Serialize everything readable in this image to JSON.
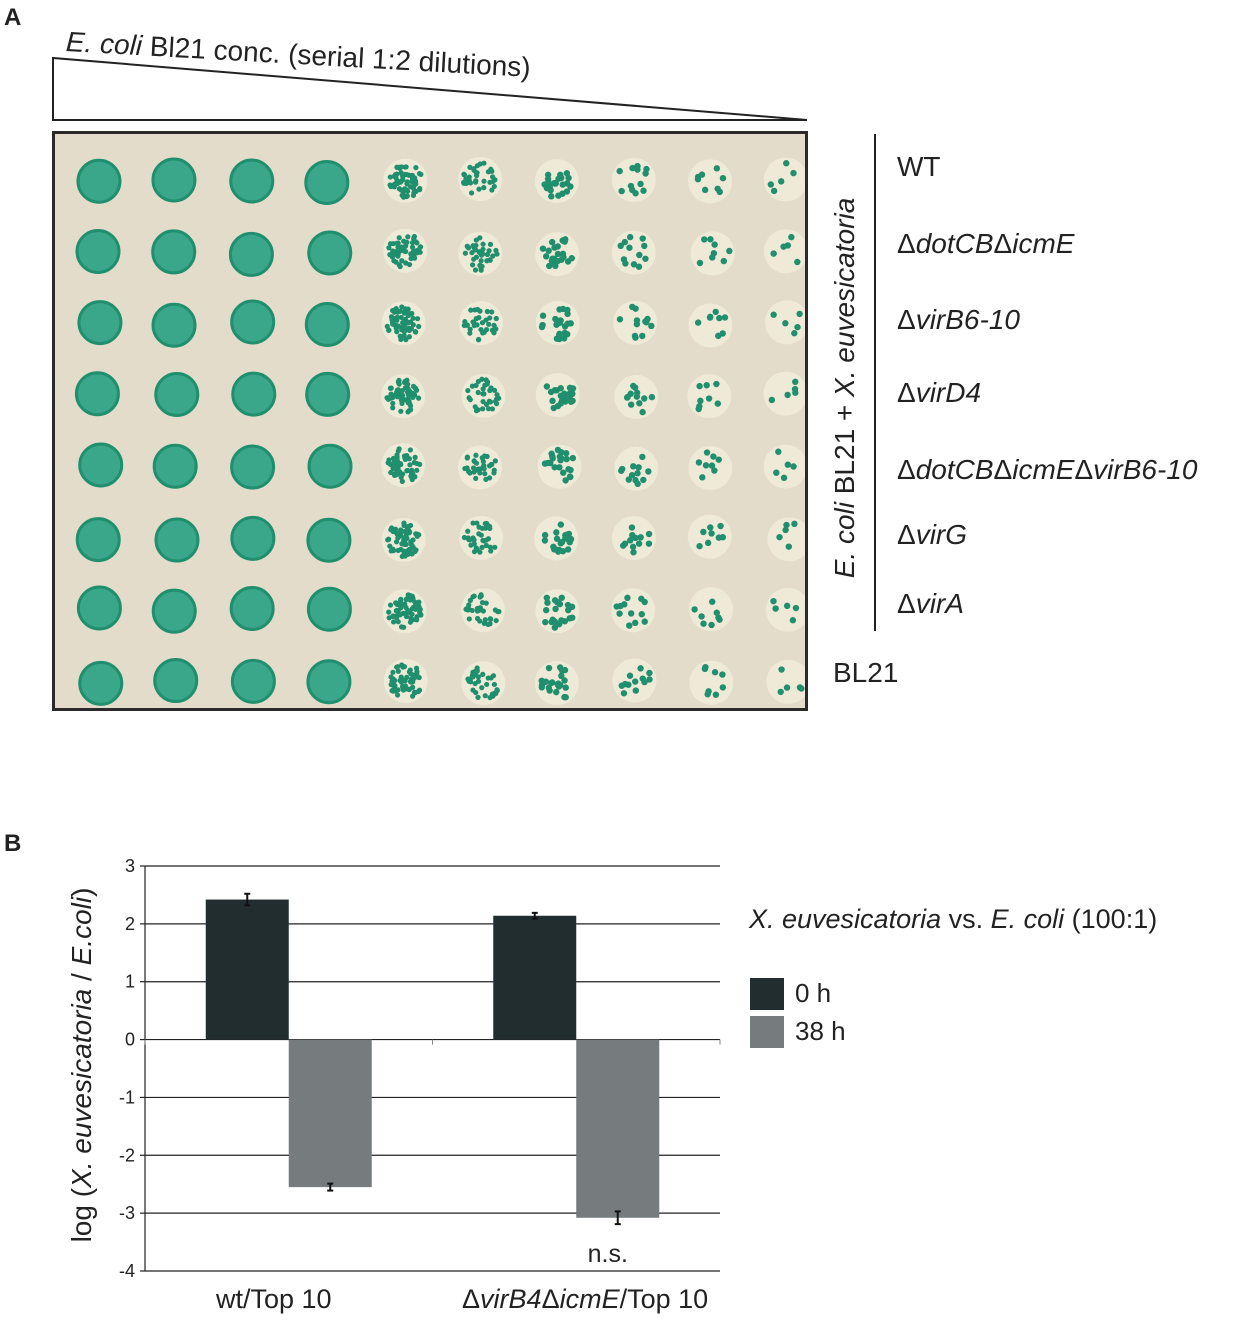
{
  "panel_a": {
    "letter": "A",
    "gradient_title_italic": "E. coli",
    "gradient_title_rest": " Bl21 conc. (serial 1:2 dilutions)",
    "side_label_italic_1": "E. coli",
    "side_label_mid": " BL21 + ",
    "side_label_italic_2": "X. euvesicatoria",
    "strains": [
      {
        "delta": "",
        "name": "WT",
        "italic": false
      },
      {
        "delta": "Δ",
        "name": "dotCB",
        "delta2": "Δ",
        "name2": "icmE",
        "italic": true
      },
      {
        "delta": "Δ",
        "name": "virB6-10",
        "italic": true
      },
      {
        "delta": "Δ",
        "name": "virD4",
        "italic": true
      },
      {
        "delta": "Δ",
        "name": "dotCB",
        "delta2": "Δ",
        "name2": "icmE",
        "delta3": "Δ",
        "name3": "virB6-10",
        "italic": true
      },
      {
        "delta": "Δ",
        "name": "virG",
        "italic": true
      },
      {
        "delta": "Δ",
        "name": "virA",
        "italic": true
      }
    ],
    "control_label": "BL21",
    "plate_colors": {
      "agar": "#e3dccb",
      "colony": "#1f8f6d",
      "spot": "#3aa78a"
    }
  },
  "panel_b": {
    "letter": "B",
    "ylabel_prefix": "log (",
    "ylabel_italic_1": "X. euvesicatoria",
    "ylabel_mid": " / ",
    "ylabel_italic_2": "E.coli",
    "ylabel_suffix": ")",
    "legend_title_italic_1": "X. euvesicatoria",
    "legend_title_mid": " vs. ",
    "legend_title_italic_2": "E. coli",
    "legend_title_suffix": " (100:1)",
    "legend": [
      {
        "label": "0 h",
        "color": "#222d30"
      },
      {
        "label": "38 h",
        "color": "#767b7d"
      }
    ],
    "annotation": "n.s.",
    "cat1": "wt/Top 10",
    "cat2_delta1": "Δ",
    "cat2_name1": "virB4",
    "cat2_delta2": "Δ",
    "cat2_name2": "icmE",
    "cat2_suffix": "/Top 10"
  },
  "chart_data": {
    "type": "bar",
    "categories": [
      "wt/Top 10",
      "ΔvirB4ΔicmE/Top 10"
    ],
    "series": [
      {
        "name": "0 h",
        "values": [
          2.42,
          2.14
        ],
        "errors": [
          0.1,
          0.05
        ],
        "color": "#222d30"
      },
      {
        "name": "38 h",
        "values": [
          -2.55,
          -3.08
        ],
        "errors": [
          0.06,
          0.11
        ],
        "color": "#767b7d"
      }
    ],
    "ylim": [
      -4,
      3
    ],
    "yticks": [
      "3",
      "2",
      "1",
      "0",
      "-1",
      "-2",
      "-3",
      "-4"
    ],
    "grid": true,
    "legend_position": "right"
  }
}
